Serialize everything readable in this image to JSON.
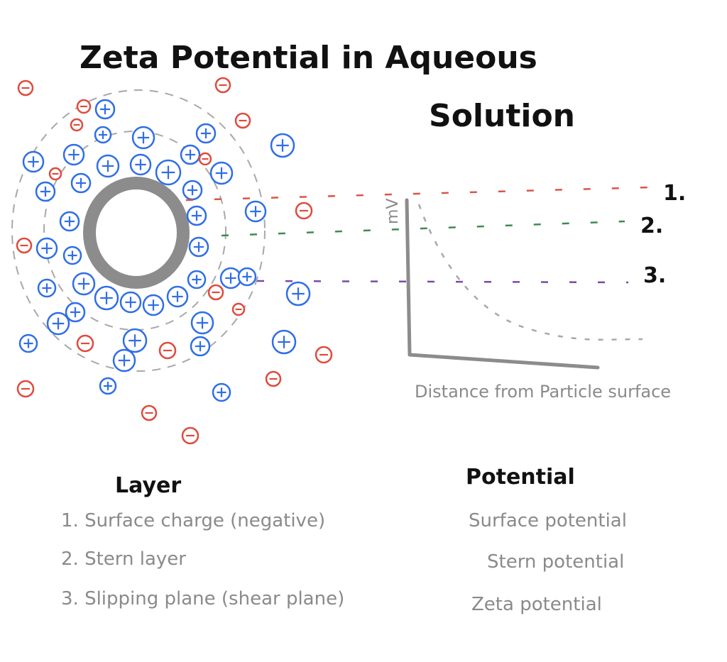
{
  "title": {
    "line1": "Zeta Potential in Aqueous",
    "line2": "Solution"
  },
  "colors": {
    "positive_ion": "#2f6ee8",
    "negative_ion": "#e04a3c",
    "particle": "#8c8c8c",
    "boundary": "#a8a8a8",
    "line_1": "#d9554a",
    "line_2": "#3f8a52",
    "line_3": "#7b4aa8",
    "axis": "#8c8c8c"
  },
  "icons": {
    "positive_ion": "plus-circle-icon",
    "negative_ion": "minus-circle-icon"
  },
  "graph": {
    "y_unit": "mV",
    "x_label": "Distance from Particle surface",
    "markers": [
      "1.",
      "2.",
      "3."
    ]
  },
  "legend": {
    "layer_header": "Layer",
    "potential_header": "Potential",
    "rows": [
      {
        "layer": "1. Surface charge (negative)",
        "potential": "Surface potential"
      },
      {
        "layer": "2. Stern layer",
        "potential": "Stern potential"
      },
      {
        "layer": "3. Slipping plane (shear plane)",
        "potential": "Zeta potential"
      }
    ]
  }
}
